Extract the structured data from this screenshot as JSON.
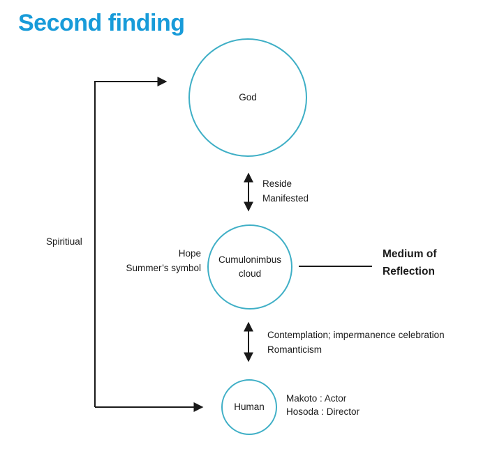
{
  "title": "Second finding",
  "colors": {
    "title": "#189bd9",
    "circle_stroke": "#3fafc6",
    "connector": "#1a1a1a",
    "text": "#1a1a1a"
  },
  "nodes": {
    "god": "God",
    "cloud": "Cumulonimbus cloud",
    "human": "Human"
  },
  "labels": {
    "spiritual": "Spiritiual",
    "god_cloud": [
      "Reside",
      "Manifested"
    ],
    "cloud_left": [
      "Hope",
      "Summer’s symbol"
    ],
    "medium": "Medium of Reflection",
    "cloud_human": [
      "Contemplation; impermanence celebration",
      "Romanticism"
    ],
    "human_right": [
      "Makoto : Actor",
      "Hosoda : Director"
    ]
  }
}
